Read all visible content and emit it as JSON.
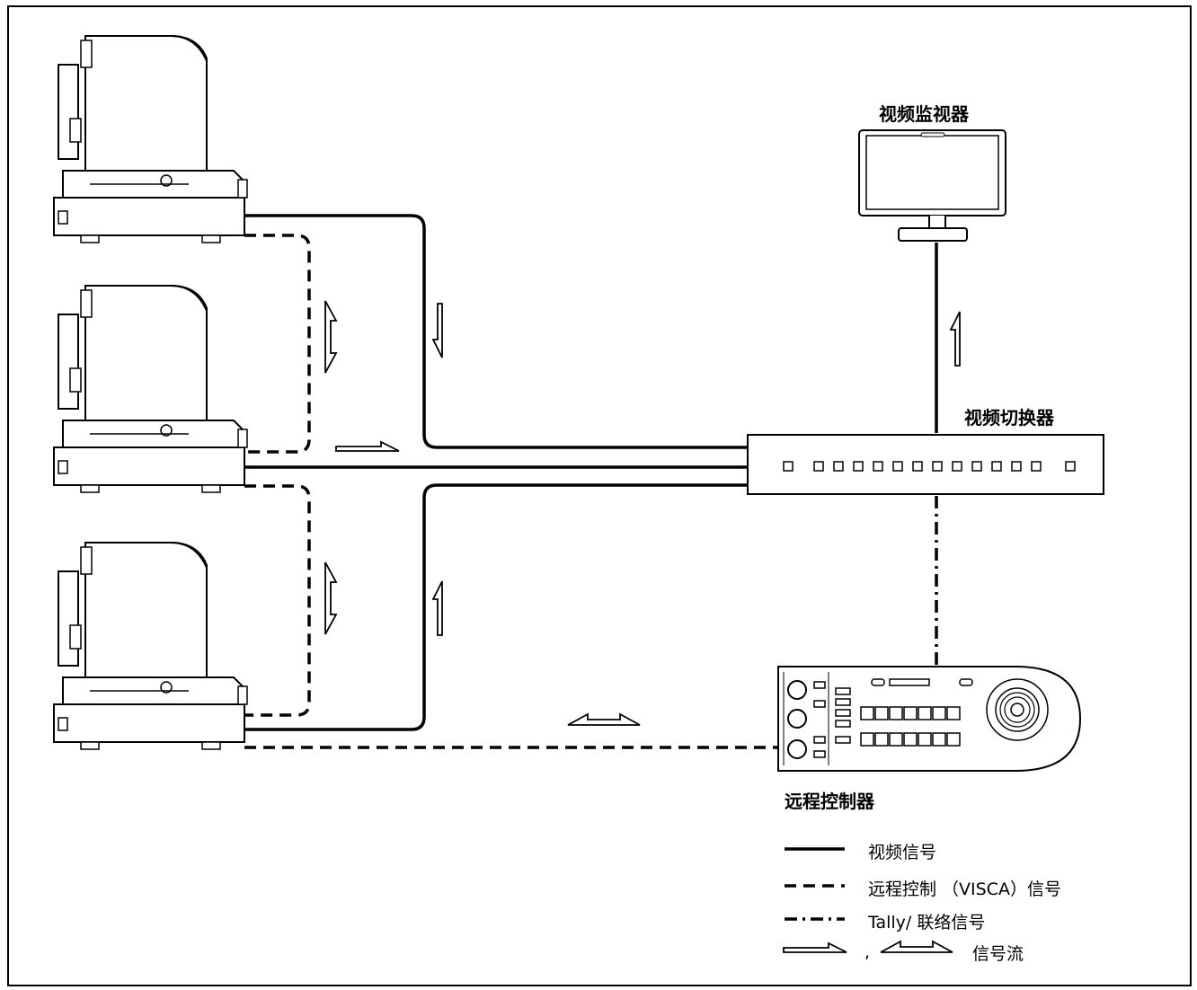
{
  "labels": {
    "monitor": "视频监视器",
    "switcher": "视频切换器",
    "controller": "远程控制器"
  },
  "legend": {
    "video": "视频信号",
    "remote": "远程控制 （VISCA）信号",
    "tally": "Tally/ 联络信号",
    "separator": ",",
    "flow": "信号流"
  },
  "devices": {
    "cameras": [
      "camera",
      "camera",
      "camera"
    ],
    "monitor": "monitor",
    "switcher": "switcher",
    "controller": "remote-controller"
  },
  "colors": {
    "line": "#000000",
    "background": "#ffffff"
  }
}
